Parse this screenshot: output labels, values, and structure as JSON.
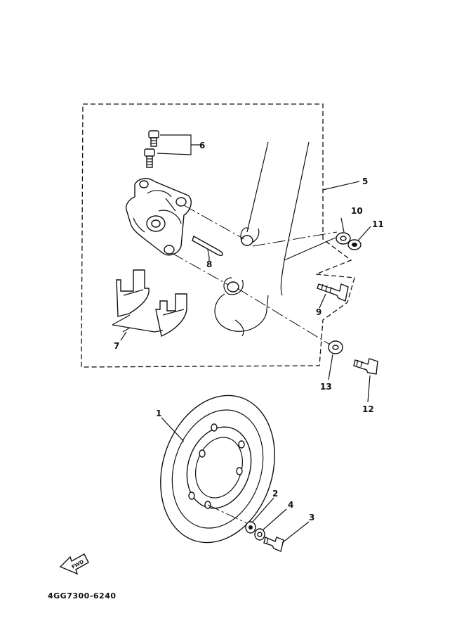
{
  "diagram": {
    "part_code": "4GG7300-6240",
    "fwd_label": "FWD",
    "callouts": {
      "c1": "1",
      "c2": "2",
      "c3": "3",
      "c4": "4",
      "c5": "5",
      "c6": "6",
      "c7": "7",
      "c8": "8",
      "c9": "9",
      "c10": "10",
      "c11": "11",
      "c12": "12",
      "c13": "13"
    }
  }
}
